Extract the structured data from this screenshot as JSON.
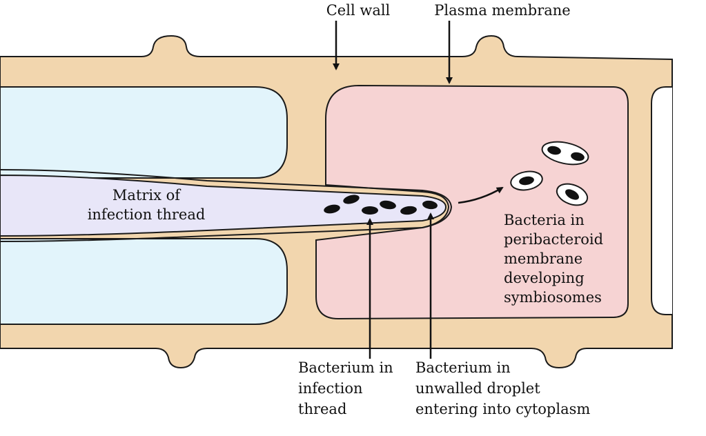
{
  "labels": {
    "cell_wall": "Cell wall",
    "plasma_membrane": "Plasma membrane",
    "matrix": [
      "Matrix of",
      "infection thread"
    ],
    "bacteria_peribacteroid": [
      "Bacteria in",
      "peribacteroid",
      "membrane",
      "developing",
      "symbiosomes"
    ],
    "bacterium_thread": [
      "Bacterium in",
      "infection",
      "thread"
    ],
    "bacterium_droplet": [
      "Bacterium in",
      "unwalled droplet",
      "entering into cytoplasm"
    ]
  },
  "colors": {
    "cell_wall": "#f2d6ae",
    "vacuole": "#e2f4fb",
    "cytoplasm": "#f6d3d3",
    "thread_matrix": "#e8e6f8",
    "outline": "#1a1a1a",
    "bacterium": "#111111",
    "symbiosome_membrane": "#ffffff"
  }
}
